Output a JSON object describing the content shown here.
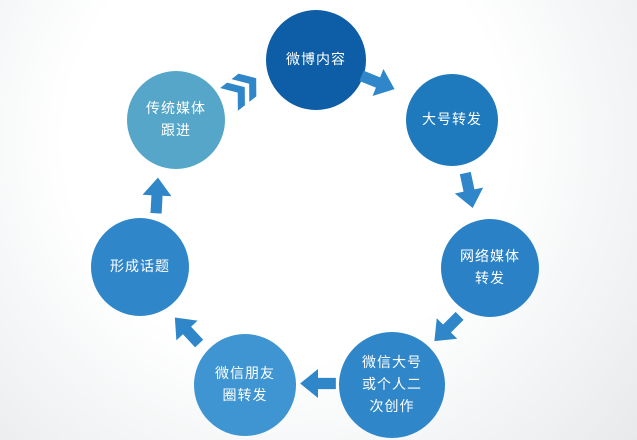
{
  "diagram": {
    "type": "cycle",
    "arrow_color": "#2f86c8",
    "nodes": [
      {
        "id": "weibo-content",
        "label": "微博内容",
        "color": "#0d5ea6"
      },
      {
        "id": "big-account-repost",
        "label": "大号转发",
        "color": "#1f7abd"
      },
      {
        "id": "online-media-repost",
        "label": "网络媒体转发",
        "color": "#2b81c5"
      },
      {
        "id": "wechat-secondary-creation",
        "label": "微信大号或个人二次创作",
        "color": "#2f87c9"
      },
      {
        "id": "moments-repost",
        "label": "微信朋友圈转发",
        "color": "#3e95d1"
      },
      {
        "id": "topic-formation",
        "label": "形成话题",
        "color": "#2f86c8"
      },
      {
        "id": "traditional-media-followup",
        "label": "传统媒体跟进",
        "color": "#55a6c9"
      }
    ],
    "arrows": [
      {
        "from": "weibo-content",
        "to": "big-account-repost"
      },
      {
        "from": "big-account-repost",
        "to": "online-media-repost"
      },
      {
        "from": "online-media-repost",
        "to": "wechat-secondary-creation"
      },
      {
        "from": "wechat-secondary-creation",
        "to": "moments-repost"
      },
      {
        "from": "moments-repost",
        "to": "topic-formation"
      },
      {
        "from": "topic-formation",
        "to": "traditional-media-followup"
      },
      {
        "from": "traditional-media-followup",
        "to": "weibo-content"
      }
    ]
  }
}
